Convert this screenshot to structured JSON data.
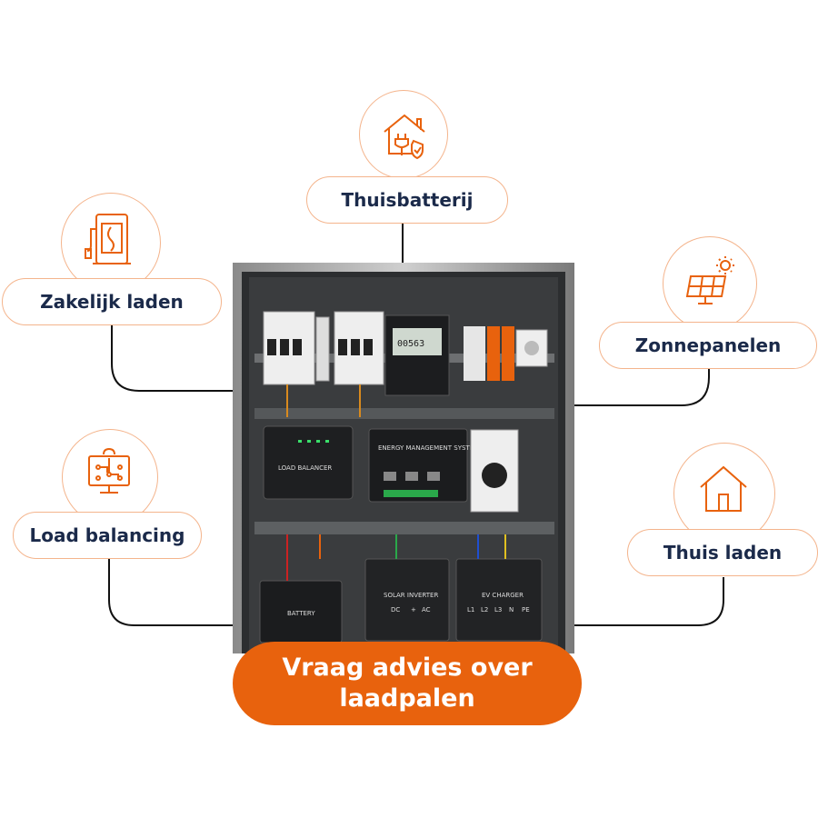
{
  "nodes": {
    "thuisbatterij": {
      "label": "Thuisbatterij",
      "icon": "house-plug-shield-icon"
    },
    "zakelijk_laden": {
      "label": "Zakelijk laden",
      "icon": "charging-station-icon"
    },
    "zonnepanelen": {
      "label": "Zonnepanelen",
      "icon": "solar-panel-sun-icon"
    },
    "load_balancing": {
      "label": "Load balancing",
      "icon": "monitor-network-icon"
    },
    "thuis_laden": {
      "label": "Thuis laden",
      "icon": "house-icon"
    }
  },
  "cta": {
    "label": "Vraag advies over laadpalen"
  },
  "cabinet": {
    "meter_reading": "00563",
    "modules": {
      "load_balancer": "LOAD BALANCER",
      "ems": "ENERGY MANAGEMENT SYSTEM",
      "battery": "BATTERY",
      "solar_inverter": "SOLAR INVERTER",
      "ev_charger": "EV CHARGER"
    },
    "inverter_terminals": [
      "DC",
      "+",
      "AC"
    ],
    "charger_terminals": [
      "L1",
      "L2",
      "L3",
      "N",
      "PE"
    ]
  },
  "colors": {
    "accent": "#e8620d",
    "outline": "#f4b48c",
    "text": "#1b2a4a",
    "connector": "#111111"
  }
}
